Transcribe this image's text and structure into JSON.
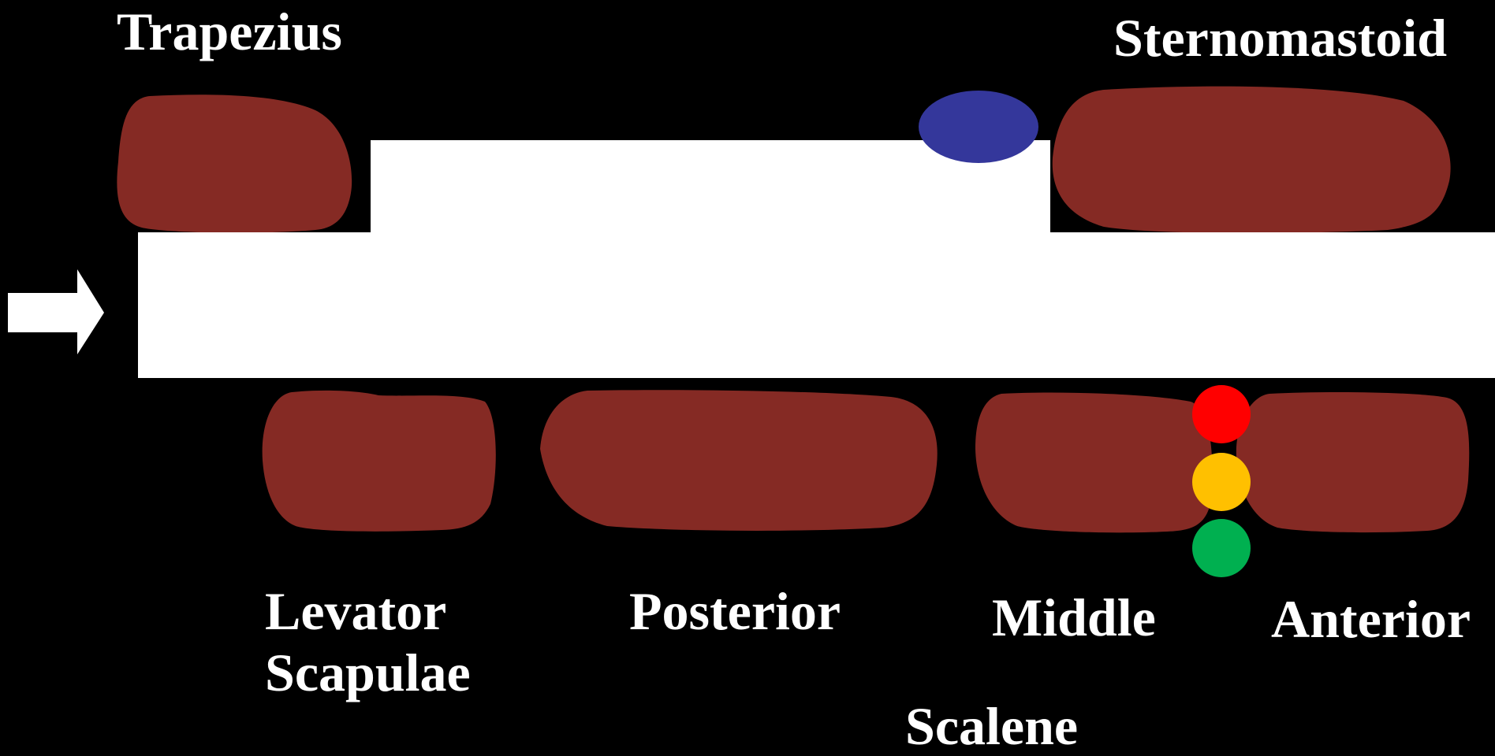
{
  "colors": {
    "background": "#000000",
    "muscle": "#852a24",
    "needle": "#ffffff",
    "vessel": "#34379b",
    "nerve_root_1": "#ff0000",
    "nerve_root_2": "#ffc000",
    "nerve_root_3": "#00b050",
    "label": "#ffffff"
  },
  "labels": {
    "trapezius": "Trapezius",
    "sternomastoid": "Sternomastoid",
    "levator_line1": "Levator",
    "levator_line2": "Scapulae",
    "posterior": "Posterior",
    "middle": "Middle",
    "anterior": "Anterior",
    "scalene": "Scalene"
  },
  "icons": {
    "arrow": "arrow-right-icon"
  }
}
